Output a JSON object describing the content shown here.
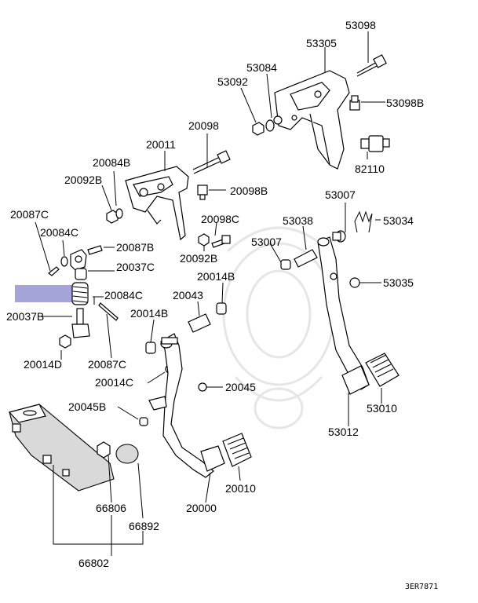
{
  "diagram": {
    "highlight_color": "#a4a4d8",
    "callouts": {
      "c53098": "53098",
      "c53305": "53305",
      "c53084": "53084",
      "c53092": "53092",
      "c53098b": "53098B",
      "c20098": "20098",
      "c82110": "82110",
      "c20011": "20011",
      "c20084b": "20084B",
      "c20092b_a": "20092B",
      "c20098b": "20098B",
      "c53007_a": "53007",
      "c20087c_a": "20087C",
      "c20098c": "20098C",
      "c53038": "53038",
      "c53034": "53034",
      "c20084c_a": "20084C",
      "c20087b": "20087B",
      "c53007_b": "53007",
      "c20092b_b": "20092B",
      "c20037c": "20037C",
      "c20014b_a": "20014B",
      "c53035": "53035",
      "c20084c_b": "20084C",
      "c20043": "20043",
      "c20037b": "20037B",
      "c20014b_b": "20014B",
      "c20014d": "20014D",
      "c20087c_b": "20087C",
      "c20014c": "20014C",
      "c20045": "20045",
      "c53010": "53010",
      "c20045b": "20045B",
      "c53012": "53012",
      "c20010": "20010",
      "c66806": "66806",
      "c20000": "20000",
      "c66892": "66892",
      "c66802": "66802"
    },
    "figure_code": "3ER7871"
  }
}
